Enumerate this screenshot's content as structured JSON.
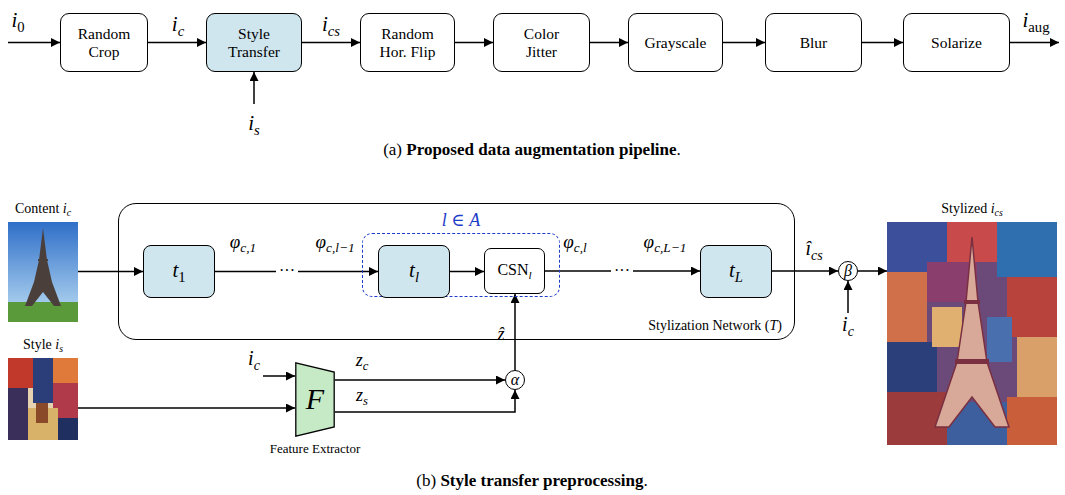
{
  "diagram": {
    "nodes": [
      {
        "text": [
          "Random Crop"
        ]
      },
      {
        "text": [
          "Style Transfer"
        ]
      },
      {
        "text": [
          "Random Hor. Flip"
        ]
      },
      {
        "text": [
          "Color Jitter"
        ]
      },
      {
        "text": [
          "Grayscale"
        ]
      },
      {
        "text": [
          "Blur"
        ]
      },
      {
        "text": [
          "Solarize"
        ]
      },
      {
        "text": [
          "Content ic"
        ]
      },
      {
        "text": [
          "Style is"
        ]
      },
      {
        "text": [
          "Stylization Network (T)"
        ]
      },
      {
        "text": [
          "t1"
        ],
        "in": 9
      },
      {
        "text": [
          "l ∈ A"
        ],
        "in": 9
      },
      {
        "text": [
          "tl"
        ],
        "in": 11
      },
      {
        "text": [
          "CSNl"
        ],
        "in": 11
      },
      {
        "text": [
          "tL"
        ],
        "in": 9
      },
      {
        "text": [
          "F",
          "Feature Extractor"
        ]
      },
      {
        "text": [
          "α"
        ]
      },
      {
        "text": [
          "β"
        ]
      },
      {
        "text": [
          "Stylized ics"
        ]
      }
    ],
    "edges": [
      {
        "from": 0,
        "to": 1,
        "arrow": "to",
        "label": "ic"
      },
      {
        "from": 1,
        "to": 2,
        "arrow": "to",
        "label": "ics"
      },
      {
        "from": 2,
        "to": 3,
        "arrow": "to"
      },
      {
        "from": 3,
        "to": 4,
        "arrow": "to"
      },
      {
        "from": 4,
        "to": 5,
        "arrow": "to"
      },
      {
        "from": 5,
        "to": 6,
        "arrow": "to"
      },
      {
        "from": 7,
        "to": 10,
        "arrow": "to"
      },
      {
        "from": 10,
        "to": 12,
        "arrow": "to"
      },
      {
        "from": 12,
        "to": 13,
        "arrow": "to"
      },
      {
        "from": 13,
        "to": 14,
        "arrow": "to"
      },
      {
        "from": 14,
        "to": 17,
        "arrow": "to",
        "label": "îcs"
      },
      {
        "from": 17,
        "to": 18,
        "arrow": "to"
      },
      {
        "from": 8,
        "to": 15,
        "arrow": "to"
      },
      {
        "from": 15,
        "to": 16,
        "arrow": "to",
        "label": "zc"
      },
      {
        "from": 15,
        "to": 16,
        "arrow": "to",
        "label": "zs"
      },
      {
        "from": 16,
        "to": 13,
        "arrow": "to",
        "label": "ẑ"
      }
    ],
    "labels": [
      "i0",
      "is",
      "iaug",
      "(a) Proposed data augmentation pipeline.",
      "φc,1",
      "···",
      "φc,l−1",
      "φc,l",
      "···",
      "φc,L−1",
      "ic",
      "ic",
      "(b) Style transfer preprocessing."
    ]
  }
}
